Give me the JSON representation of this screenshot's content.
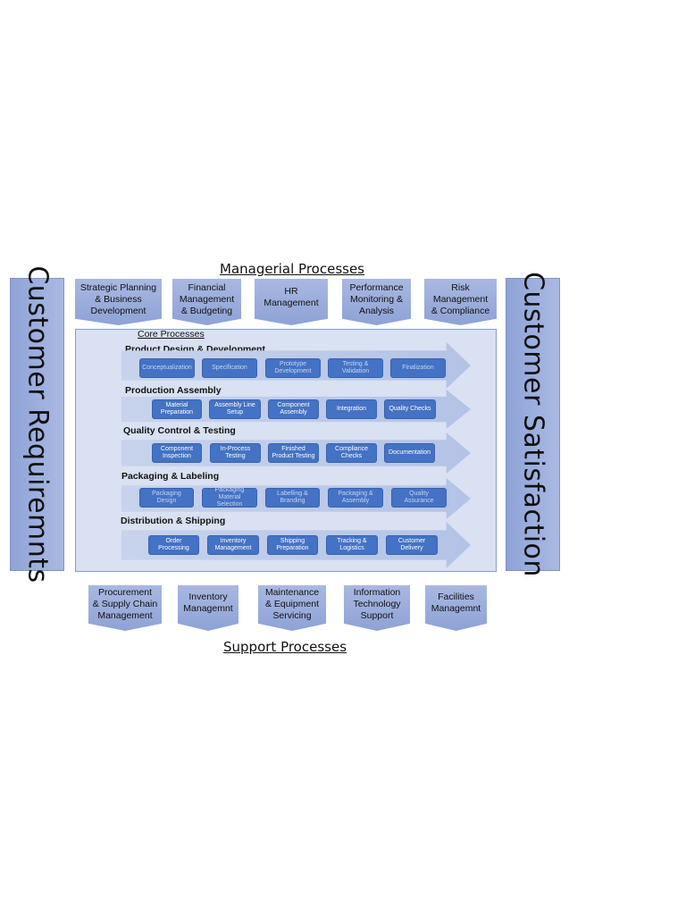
{
  "managerial": {
    "title": "Managerial Processes",
    "items": [
      {
        "label": "Strategic Planning\n& Business\nDevelopment"
      },
      {
        "label": "Financial\nManagement\n& Budgeting"
      },
      {
        "label": "HR\nManagement"
      },
      {
        "label": "Performance\nMonitoring &\nAnalysis"
      },
      {
        "label": "Risk\nManagement\n& Compliance"
      }
    ]
  },
  "side": {
    "left": "Customer Requiremnts",
    "right": "Customer Satisfaction"
  },
  "core": {
    "label": "Core Processes",
    "rows": [
      {
        "title": "Product Design & Development",
        "steps": [
          "Conceptualization",
          "Specification",
          "Prototype\nDevelopment",
          "Testing &\nValidation",
          "Finalization"
        ]
      },
      {
        "title": "Production Assembly",
        "steps": [
          "Material\nPreparation",
          "Assembly Line\nSetup",
          "Component\nAssembly",
          "Integration",
          "Quality Checks"
        ]
      },
      {
        "title": "Quality Control & Testing",
        "steps": [
          "Component\nInspection",
          "In-Process\nTesting",
          "Finished\nProduct Testing",
          "Compliance\nChecks",
          "Documentation"
        ]
      },
      {
        "title": "Packaging & Labeling",
        "steps": [
          "Packaging Design",
          "Packaging Material\nSelection",
          "Labelling &\nBranding",
          "Packaging &\nAssembly",
          "Quality Assurance"
        ]
      },
      {
        "title": "Distribution & Shipping",
        "steps": [
          "Order\nProcessing",
          "Inventory\nManagement",
          "Shipping\nPreparation",
          "Tracking &\nLogistics",
          "Customer\nDelivery"
        ]
      }
    ]
  },
  "support": {
    "title": "Support Processes",
    "items": [
      {
        "label": "Procurement\n& Supply Chain\nManagement"
      },
      {
        "label": "Inventory\nManagemnt"
      },
      {
        "label": "Maintenance\n& Equipment\nServicing"
      },
      {
        "label": "Information\nTechnology\nSupport"
      },
      {
        "label": "Facilities\nManagemnt"
      }
    ]
  }
}
